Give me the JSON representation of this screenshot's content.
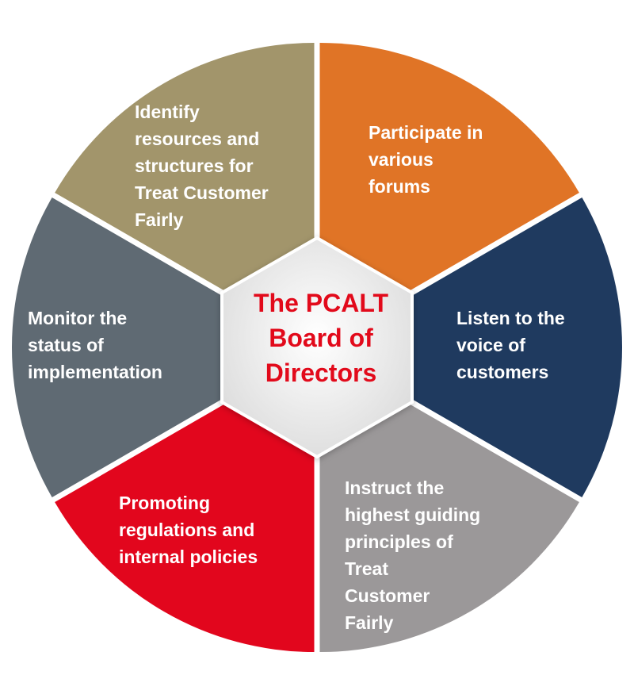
{
  "center": {
    "title": "The PCALT\nBoard of\nDirectors",
    "color": "#e20a1b",
    "fill": "#efefef"
  },
  "segments": [
    {
      "key": "top-right",
      "label": "Participate in\nvarious\nforums",
      "color": "#e07426"
    },
    {
      "key": "right",
      "label": "Listen to the\nvoice of\ncustomers",
      "color": "#1f3a5f"
    },
    {
      "key": "bottom-right",
      "label": "Instruct the\nhighest guiding\nprinciples of\nTreat\nCustomer\nFairly",
      "color": "#9b9899"
    },
    {
      "key": "bottom-left",
      "label": "Promoting\nregulations and\ninternal policies",
      "color": "#e2061d"
    },
    {
      "key": "left",
      "label": "Monitor the\nstatus of\nimplementation",
      "color": "#5f6a73"
    },
    {
      "key": "top-left",
      "label": "Identify\nresources and\nstructures for\nTreat Customer\nFairly",
      "color": "#a2956b"
    }
  ]
}
